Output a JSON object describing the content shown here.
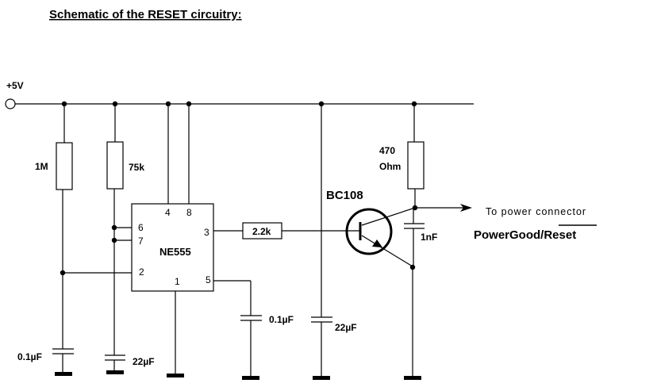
{
  "title": "Schematic of the RESET circuitry:",
  "supply": {
    "label": "+5V"
  },
  "resistors": {
    "r1": "1M",
    "r2": "75k",
    "r3": "2.2k",
    "r4_line1": "470",
    "r4_line2": "Ohm"
  },
  "ic": {
    "name": "NE555",
    "pins": {
      "p1": "1",
      "p2": "2",
      "p3": "3",
      "p4": "4",
      "p5": "5",
      "p6": "6",
      "p7": "7",
      "p8": "8"
    }
  },
  "transistor": {
    "label": "BC108"
  },
  "capacitors": {
    "c1": "0.1µF",
    "c2": "22µF",
    "c3": "0.1µF",
    "c4": "22µF",
    "c5": "1nF"
  },
  "output": {
    "label": "To power connector",
    "signal_plain": "PowerGood/",
    "signal_overlined": "Reset"
  }
}
